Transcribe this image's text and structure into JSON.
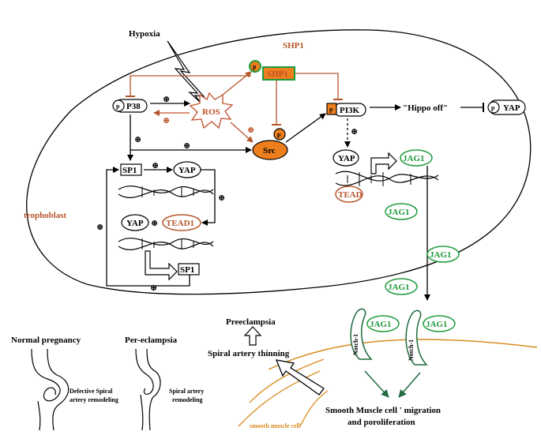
{
  "labels": {
    "hypoxia": "Hypoxia",
    "shp1_top": "SHP1",
    "shp1_box": "SHP1",
    "p": "p",
    "p38": "P38",
    "ros": "ROS",
    "src": "Src",
    "pi3k": "PI3K",
    "hippo_off": "\"Hippo off\"",
    "yap": "YAP",
    "jag1": "JAG1",
    "tead": "TEAD",
    "sp1": "SP1",
    "tead1": "TEAD1",
    "trophoblast": "trophoblast",
    "notch1": "Notch-1",
    "preeclampsia": "Preeclampsia",
    "spiral_thinning": "Spiral artery thinning",
    "normal_pregnancy": "Normal pregnancy",
    "per_eclampsia": "Per-eclampsia",
    "defective_remodeling_1": "Defective Spiral",
    "defective_remodeling_2": "artery remodeling",
    "spiral_remodeling_1": "Spiral artery",
    "spiral_remodeling_2": "remodeling",
    "smc_migration_1": "Smooth Muscle cell ' migration",
    "smc_migration_2": "and poroliferation",
    "smooth_muscle_cell": "smooth muscle cell",
    "plus": "⊕"
  },
  "colors": {
    "green": "#1e9a3c",
    "orange_fill": "#ee7f1e",
    "brown": "#b5562a",
    "dark_green": "#1f6b3f",
    "membrane_orange": "#d98b1f"
  }
}
